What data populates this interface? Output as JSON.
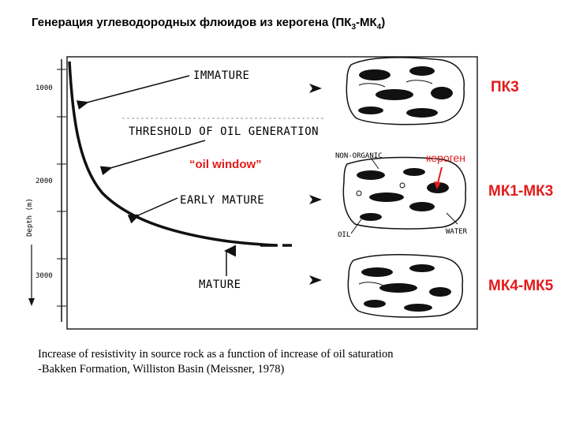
{
  "title": {
    "main": "Генерация углеводородных флюидов из керогена (ПК",
    "sub1": "3",
    "mid": "-МК",
    "sub2": "4",
    "end": ")"
  },
  "axis": {
    "ylabel": "Depth (m)",
    "ticks": [
      "1000",
      "2000",
      "3000"
    ]
  },
  "stages": {
    "immature": "IMMATURE",
    "threshold": "THRESHOLD OF OIL GENERATION",
    "early_mature": "EARLY MATURE",
    "mature": "MATURE"
  },
  "inset_labels": {
    "non_organic": "NON-ORGANIC",
    "oil": "OIL",
    "water": "WATER"
  },
  "annotations": {
    "oil_window": "“oil window”",
    "kerogen": "кероген",
    "pk3": "ПК3",
    "mk1_mk3": "МК1-МК3",
    "mk4_mk5": "МК4-МК5"
  },
  "caption": {
    "line1": "Increase of resistivity in source rock as a function of increase of oil saturation",
    "line2": "-Bakken Formation, Williston Basin (Meissner, 1978)"
  },
  "colors": {
    "accent": "#e31b1b",
    "ink": "#111111"
  }
}
